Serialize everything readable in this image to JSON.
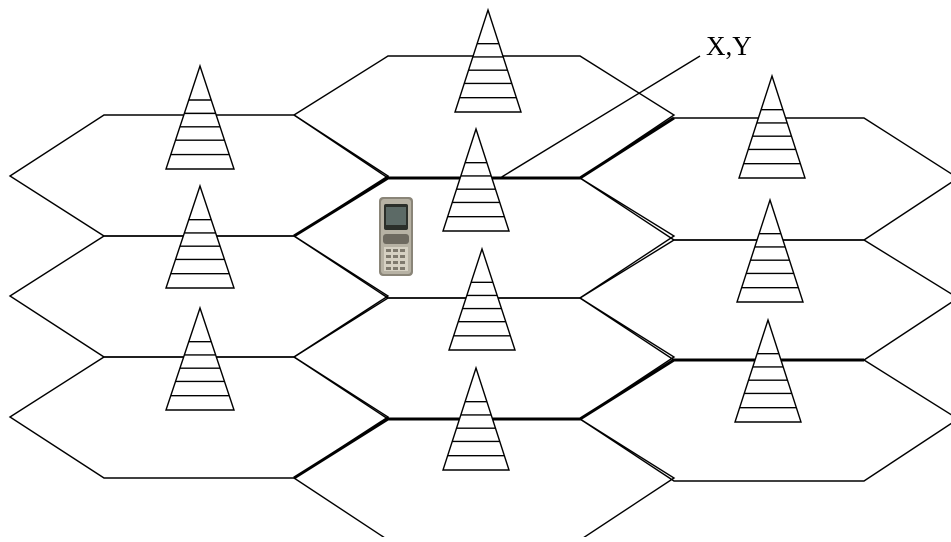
{
  "diagram": {
    "coordinate_label": "X,Y",
    "colors": {
      "background": "#ffffff",
      "line": "#000000",
      "phone_body": "#8a8578",
      "phone_screen": "#2b2f2a"
    },
    "cells": [
      {
        "id": "cell-left-top",
        "has_tower": true
      },
      {
        "id": "cell-left-middle",
        "has_tower": true
      },
      {
        "id": "cell-left-bottom",
        "has_tower": true
      },
      {
        "id": "cell-center-top",
        "has_tower": true
      },
      {
        "id": "cell-center-serving",
        "has_tower": true,
        "highlighted": true
      },
      {
        "id": "cell-center-middle",
        "has_tower": true
      },
      {
        "id": "cell-center-bottom",
        "has_tower": true
      },
      {
        "id": "cell-right-top",
        "has_tower": true
      },
      {
        "id": "cell-right-middle",
        "has_tower": true
      },
      {
        "id": "cell-right-bottom",
        "has_tower": true
      }
    ],
    "icons": {
      "tower": "cell-tower-icon",
      "phone": "mobile-phone-icon"
    }
  }
}
